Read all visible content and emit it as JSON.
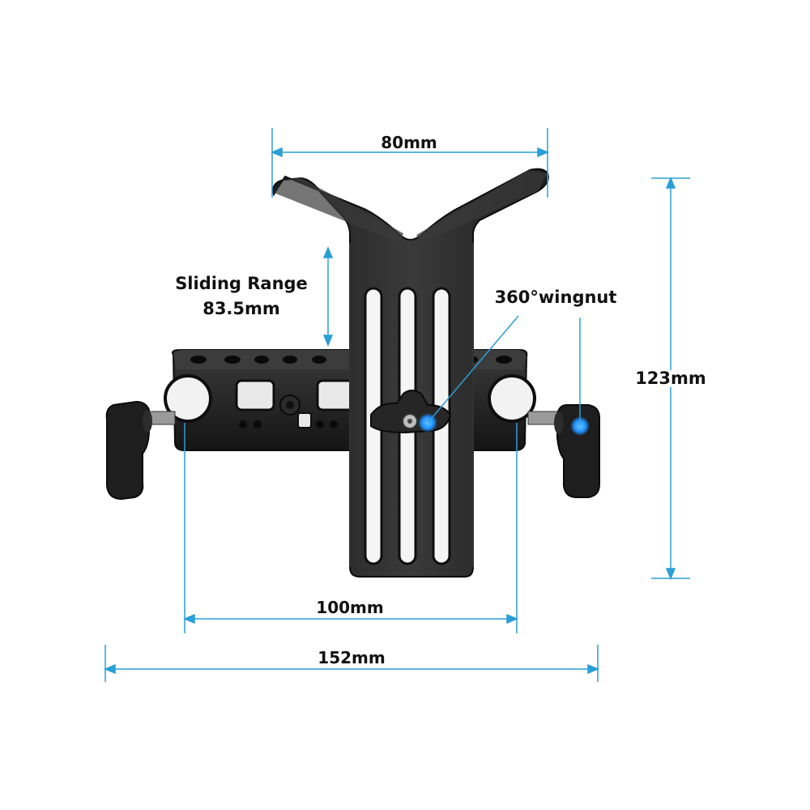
{
  "labels": {
    "top_width": "80mm",
    "sliding_range_title": "Sliding Range",
    "sliding_range_value": "83.5mm",
    "wingnut": "360°wingnut",
    "height": "123mm",
    "rod_spacing": "100mm",
    "total_width": "152mm"
  },
  "colors": {
    "dimension_line": "#2a9fd6",
    "accent_dot": "#1e90ff",
    "metal_dark": "#1a1a1a",
    "metal_mid": "#2e2e2e",
    "label_text": "#111111"
  }
}
